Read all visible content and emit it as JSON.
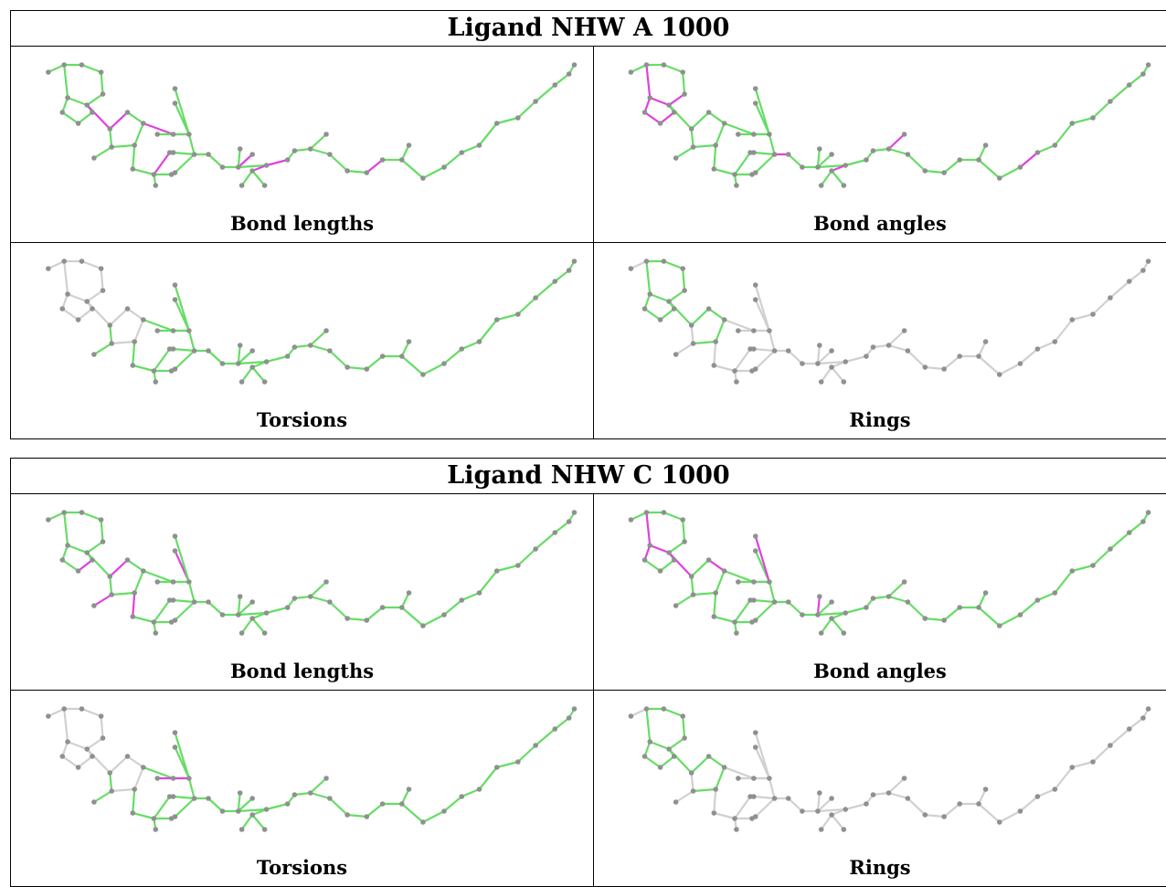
{
  "ligands": [
    {
      "title": "Ligand NHW A 1000",
      "panels": [
        {
          "caption": "Bond lengths",
          "highlight": "lengths-a"
        },
        {
          "caption": "Bond angles",
          "highlight": "angles-a"
        },
        {
          "caption": "Torsions",
          "highlight": "torsions-a"
        },
        {
          "caption": "Rings",
          "highlight": "rings"
        }
      ]
    },
    {
      "title": "Ligand NHW C 1000",
      "panels": [
        {
          "caption": "Bond lengths",
          "highlight": "lengths-c"
        },
        {
          "caption": "Bond angles",
          "highlight": "angles-c"
        },
        {
          "caption": "Torsions",
          "highlight": "torsions-c"
        },
        {
          "caption": "Rings",
          "highlight": "rings"
        }
      ]
    }
  ],
  "colors": {
    "ok_bond": "#66dd66",
    "outlier_bond": "#e040e0",
    "unscored_bond": "#d0d0d0",
    "atom": "#909090",
    "frame": "#000000"
  }
}
